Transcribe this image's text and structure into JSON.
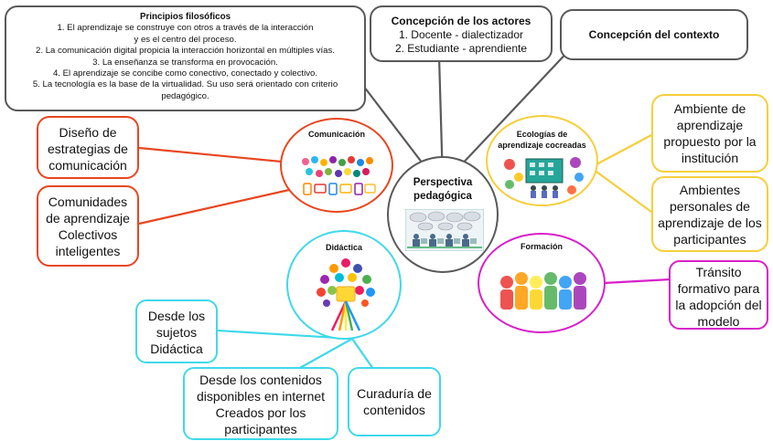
{
  "principles": {
    "title": "Principios filosóficos",
    "lines": [
      "1.  El aprendizaje se construye con otros a través de la interacción",
      "y es el centro del proceso.",
      "2. La comunicación digital propicia la interacción horizontal en múltiples vías.",
      "3. La enseñanza se transforma en provocación.",
      "4. El aprendizaje se concibe como conectivo, conectado y colectivo.",
      "5. La tecnología es la base de la virtualidad. Su uso será orientado con criterio",
      "pedagógico."
    ]
  },
  "actors": {
    "title": "Concepción de los actores",
    "lines": [
      "1. Docente - dialectizador",
      "2. Estudiante - aprendiente"
    ]
  },
  "context": {
    "title": "Concepción del contexto"
  },
  "center": {
    "line1": "Perspectiva",
    "line2": "pedagógica"
  },
  "comunicacion": {
    "title": "Comunicación",
    "boxes": [
      [
        "Diseño de",
        "estrategias de",
        "comunicación"
      ],
      [
        "Comunidades",
        "de aprendizaje",
        "Colectivos",
        "inteligentes"
      ]
    ]
  },
  "ecologias": {
    "title_lines": [
      "Ecologías de",
      "aprendizaje cocreadas"
    ],
    "boxes": [
      [
        "Ambiente de",
        "aprendizaje",
        "propuesto por la",
        "institución"
      ],
      [
        "Ambientes",
        "personales de",
        "aprendizaje de los",
        "participantes"
      ]
    ]
  },
  "didactica": {
    "title": "Didáctica",
    "boxes": [
      [
        "Desde los",
        "sujetos",
        "Didáctica"
      ],
      [
        "Desde los contenidos",
        "disponibles en internet",
        "Creados por los",
        "participantes"
      ],
      [
        "Curaduría de",
        "contenidos"
      ]
    ]
  },
  "formacion": {
    "title": "Formación",
    "boxes": [
      [
        "Tránsito",
        "formativo para",
        "la adopción del",
        "modelo"
      ]
    ]
  },
  "colors": {
    "gray": "#595959",
    "orange": "#e8461f",
    "yellow": "#f5cf3b",
    "cyan": "#3fd9ea",
    "magenta": "#d81fc9"
  }
}
